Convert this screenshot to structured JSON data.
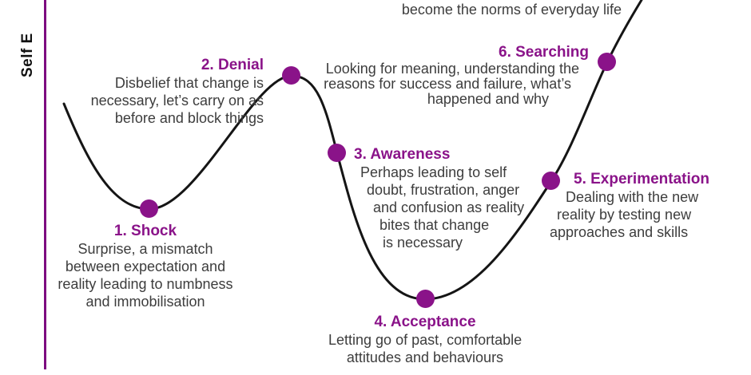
{
  "colors": {
    "accent": "#8A1389",
    "axis": "#7D0C80",
    "curve": "#151515",
    "body": "#3D3D3D"
  },
  "axis": {
    "label": "Self E"
  },
  "top_partial_line": "become the norms of everyday life",
  "stages": [
    {
      "title": "1. Shock",
      "lines": [
        "Surprise, a mismatch",
        "between expectation and",
        "reality leading to numbness",
        "and immobilisation"
      ]
    },
    {
      "title": "2. Denial",
      "lines": [
        "Disbelief that change is",
        "necessary, let’s carry on as",
        "before and block things"
      ]
    },
    {
      "title": "3. Awareness",
      "lines": [
        "Perhaps leading to self",
        "doubt, frustration, anger",
        "and confusion as reality",
        "bites that change",
        "is necessary"
      ]
    },
    {
      "title": "4. Acceptance",
      "lines": [
        "Letting go of past, comfortable",
        "attitudes and behaviours"
      ]
    },
    {
      "title": "5. Experimentation",
      "lines": [
        "Dealing with the new",
        "reality by testing new",
        "approaches and skills"
      ]
    },
    {
      "title": "6. Searching",
      "lines": [
        "Looking for meaning, understanding the",
        "reasons for success and failure, what’s",
        "happened and why"
      ]
    }
  ]
}
